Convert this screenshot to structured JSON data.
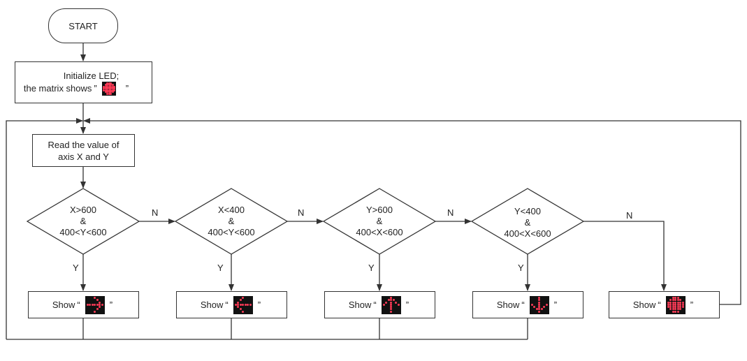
{
  "start": {
    "label": "START"
  },
  "init": {
    "line1": "Initialize LED;",
    "line2_prefix": "the matrix shows",
    "quote_open": "”",
    "quote_close": "”",
    "led_icon": "led-dot-matrix-icon"
  },
  "read": {
    "line1": "Read the value of",
    "line2": "axis X and Y"
  },
  "decisions": [
    {
      "l1": "X>600",
      "l2": "&",
      "l3": "400<Y<600"
    },
    {
      "l1": "X<400",
      "l2": "&",
      "l3": "400<Y<600"
    },
    {
      "l1": "Y>600",
      "l2": "&",
      "l3": "400<X<600"
    },
    {
      "l1": "Y<400",
      "l2": "&",
      "l3": "400<X<600"
    }
  ],
  "labels": {
    "no": "N",
    "yes": "Y"
  },
  "shows": [
    {
      "text": "Show",
      "quote_open": "“",
      "quote_close": "”",
      "led_icon": "led-arrow-right-icon"
    },
    {
      "text": "Show",
      "quote_open": "“",
      "quote_close": "”",
      "led_icon": "led-arrow-left-icon"
    },
    {
      "text": "Show",
      "quote_open": "“",
      "quote_close": "”",
      "led_icon": "led-arrow-up-icon"
    },
    {
      "text": "Show",
      "quote_open": "“",
      "quote_close": "”",
      "led_icon": "led-arrow-down-icon"
    },
    {
      "text": "Show",
      "quote_open": "“",
      "quote_close": "”",
      "led_icon": "led-dot-matrix-icon"
    }
  ],
  "colors": {
    "line": "#333333",
    "led_bg": "#111111",
    "led_dot": "#ff3b57"
  }
}
